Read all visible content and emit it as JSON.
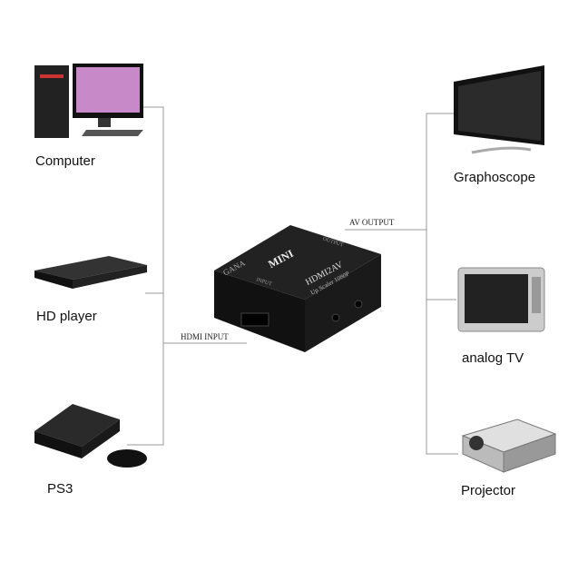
{
  "sources": [
    {
      "label": "Computer"
    },
    {
      "label": "HD player"
    },
    {
      "label": "PS3"
    }
  ],
  "outputs": [
    {
      "label": "Graphoscope"
    },
    {
      "label": "analog TV"
    },
    {
      "label": "Projector"
    }
  ],
  "connections": {
    "input_label": "HDMI INPUT",
    "output_label": "AV OUTPUT"
  },
  "device": {
    "model": "HDMI2AV",
    "subtitle": "Up Scaler 1080P",
    "brand": "GANA",
    "top_text": "MINI",
    "input_port": "INPUT",
    "output_port": "OUTPUT"
  },
  "colors": {
    "line": "#999999",
    "device": "#1a1a1a"
  }
}
